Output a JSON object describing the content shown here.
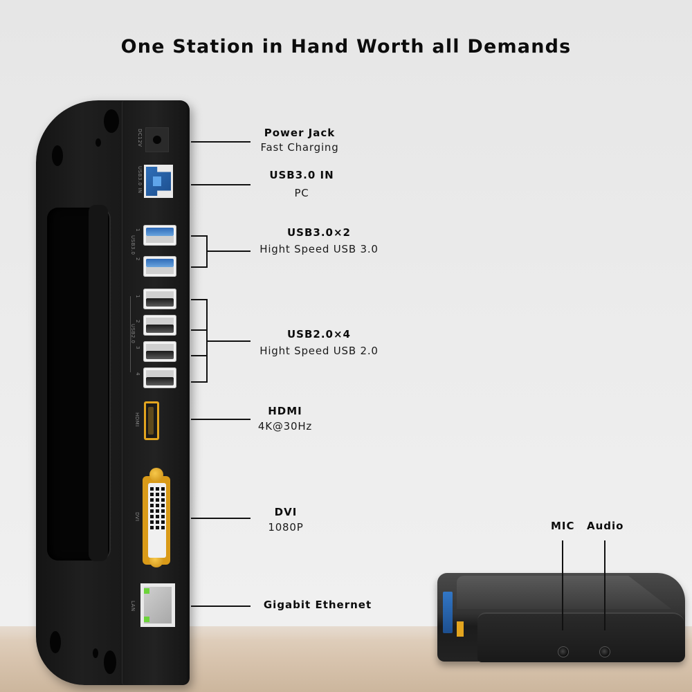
{
  "headline": "One Station in Hand Worth all Demands",
  "vertical_dock": {
    "port_labels": {
      "power": "DC12V",
      "usb_in": "USB3.0 IN",
      "usb3": "USB3.0",
      "usb3_numbers": [
        "1",
        "2"
      ],
      "usb2": "USB2.0",
      "usb2_numbers": [
        "1",
        "2",
        "3",
        "4"
      ],
      "hdmi": "HDMI",
      "dvi": "DVI",
      "lan": "LAN"
    }
  },
  "callouts": [
    {
      "title": "Power Jack",
      "subtitle": "Fast Charging"
    },
    {
      "title": "USB3.0 IN",
      "subtitle": "PC"
    },
    {
      "title": "USB3.0×2",
      "subtitle": "Hight Speed USB 3.0"
    },
    {
      "title": "USB2.0×4",
      "subtitle": "Hight Speed USB 2.0"
    },
    {
      "title": "HDMI",
      "subtitle": "4K@30Hz"
    },
    {
      "title": "DVI",
      "subtitle": "1080P"
    },
    {
      "title": "Gigabit Ethernet",
      "subtitle": ""
    }
  ],
  "flat_dock": {
    "labels": [
      "MIC",
      "Audio"
    ]
  },
  "colors": {
    "background": "#e8e8e8",
    "device": "#1a1a1a",
    "usb3_blue": "#2f6fb8",
    "gold": "#e3a51f",
    "led_green": "#6cd43a",
    "floor": "#d8c4ae"
  }
}
